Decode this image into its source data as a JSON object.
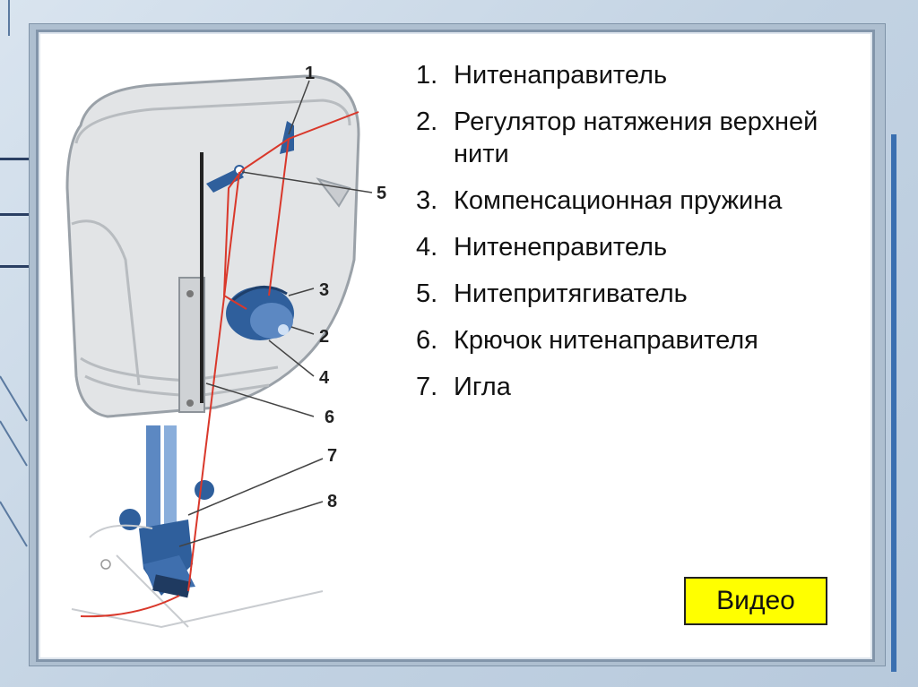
{
  "items": [
    {
      "num": "1.",
      "text": "Нитенаправитель"
    },
    {
      "num": "2.",
      "text": "Регулятор натяжения верхней нити"
    },
    {
      "num": "3.",
      "text": "Компенсационная пружина"
    },
    {
      "num": "4.",
      "text": "Нитенеправитель"
    },
    {
      "num": "5.",
      "text": "Нитепритягиватель"
    },
    {
      "num": "6.",
      "text": "Крючок нитенаправителя"
    },
    {
      "num": "7.",
      "text": "Игла"
    }
  ],
  "diagram_labels": [
    "1",
    "2",
    "3",
    "4",
    "5",
    "6",
    "7",
    "8"
  ],
  "video_button": "Видео",
  "colors": {
    "thread": "#d9382b",
    "machine": "#e2e4e6",
    "parts": "#2f5f9c",
    "button": "#ffff00"
  }
}
